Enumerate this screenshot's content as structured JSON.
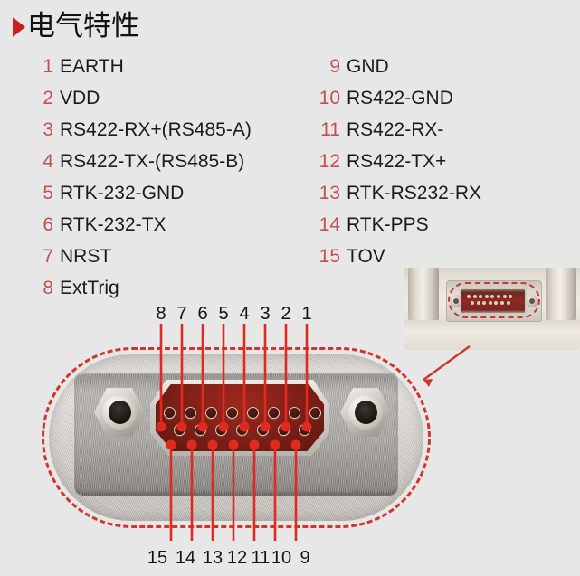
{
  "page": {
    "background_color": "#e7e7e7",
    "accent_red": "#cc1f1f",
    "number_red": "#c25050",
    "dashed_red": "#d0342c"
  },
  "header": {
    "bullet_icon": "triangle-right-icon",
    "title": "电气特性"
  },
  "pinout": {
    "left_column": [
      {
        "num": "1",
        "label": "EARTH"
      },
      {
        "num": "2",
        "label": "VDD"
      },
      {
        "num": "3",
        "label": "RS422-RX+(RS485-A)"
      },
      {
        "num": "4",
        "label": "RS422-TX-(RS485-B)"
      },
      {
        "num": "5",
        "label": "RTK-232-GND"
      },
      {
        "num": "6",
        "label": "RTK-232-TX"
      },
      {
        "num": "7",
        "label": "NRST"
      },
      {
        "num": "8",
        "label": "ExtTrig"
      }
    ],
    "right_column": [
      {
        "num": "9",
        "label": "GND"
      },
      {
        "num": "10",
        "label": "RS422-GND"
      },
      {
        "num": "11",
        "label": "RS422-RX-"
      },
      {
        "num": "12",
        "label": "RS422-TX+"
      },
      {
        "num": "13",
        "label": "RTK-RS232-RX"
      },
      {
        "num": "14",
        "label": "RTK-PPS"
      },
      {
        "num": "15",
        "label": "TOV"
      }
    ]
  },
  "diagram": {
    "top_row_labels": [
      "8",
      "7",
      "6",
      "5",
      "4",
      "3",
      "2",
      "1"
    ],
    "bottom_row_labels": [
      "15",
      "14",
      "13",
      "12",
      "11",
      "10",
      "9"
    ],
    "connector_type": "db15-dsub-connector",
    "inset_label": "device-end-face-photo"
  }
}
